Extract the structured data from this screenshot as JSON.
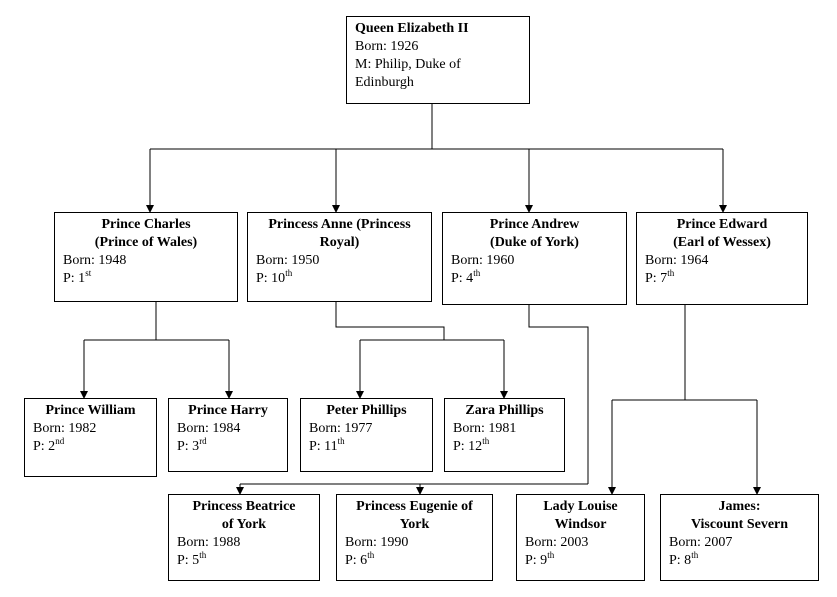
{
  "family_tree": {
    "root": {
      "name": "Queen Elizabeth II",
      "born": "Born: 1926",
      "married": "M: Philip, Duke of",
      "married_cont": "Edinburgh"
    },
    "children": [
      {
        "id": "charles",
        "name_1": "Prince Charles",
        "name_2": "(Prince of Wales)",
        "born": "Born: 1948",
        "p_prefix": "P: 1",
        "p_suffix": "st"
      },
      {
        "id": "anne",
        "name_1": "Princess Anne (Princess",
        "name_2": "Royal)",
        "born": "Born: 1950",
        "p_prefix": "P: 10",
        "p_suffix": "th"
      },
      {
        "id": "andrew",
        "name_1": "Prince Andrew",
        "name_2": "(Duke of York)",
        "born": "Born: 1960",
        "p_prefix": "P: 4",
        "p_suffix": "th"
      },
      {
        "id": "edward",
        "name_1": "Prince Edward",
        "name_2": "(Earl of Wessex)",
        "born": "Born: 1964",
        "p_prefix": "P: 7",
        "p_suffix": "th"
      }
    ],
    "grandchildren": [
      {
        "id": "william",
        "parent": "charles",
        "name_1": "Prince William",
        "name_2": "",
        "born": "Born: 1982",
        "p_prefix": "P: 2",
        "p_suffix": "nd"
      },
      {
        "id": "harry",
        "parent": "charles",
        "name_1": "Prince Harry",
        "name_2": "",
        "born": "Born: 1984",
        "p_prefix": "P: 3",
        "p_suffix": "rd"
      },
      {
        "id": "peter",
        "parent": "anne",
        "name_1": "Peter Phillips",
        "name_2": "",
        "born": "Born: 1977",
        "p_prefix": "P: 11",
        "p_suffix": "th"
      },
      {
        "id": "zara",
        "parent": "anne",
        "name_1": "Zara Phillips",
        "name_2": "",
        "born": "Born: 1981",
        "p_prefix": "P: 12",
        "p_suffix": "th"
      },
      {
        "id": "beatrice",
        "parent": "andrew",
        "name_1": "Princess Beatrice",
        "name_2": "of York",
        "born": "Born: 1988",
        "p_prefix": "P: 5",
        "p_suffix": "th"
      },
      {
        "id": "eugenie",
        "parent": "andrew",
        "name_1": "Princess Eugenie of",
        "name_2": "York",
        "born": "Born: 1990",
        "p_prefix": "P: 6",
        "p_suffix": "th"
      },
      {
        "id": "louise",
        "parent": "edward",
        "name_1": "Lady Louise",
        "name_2": "Windsor",
        "born": "Born: 2003",
        "p_prefix": "P: 9",
        "p_suffix": "th"
      },
      {
        "id": "james",
        "parent": "edward",
        "name_1": "James:",
        "name_2": "Viscount Severn",
        "born": "Born: 2007",
        "p_prefix": "P: 8",
        "p_suffix": "th"
      }
    ]
  }
}
